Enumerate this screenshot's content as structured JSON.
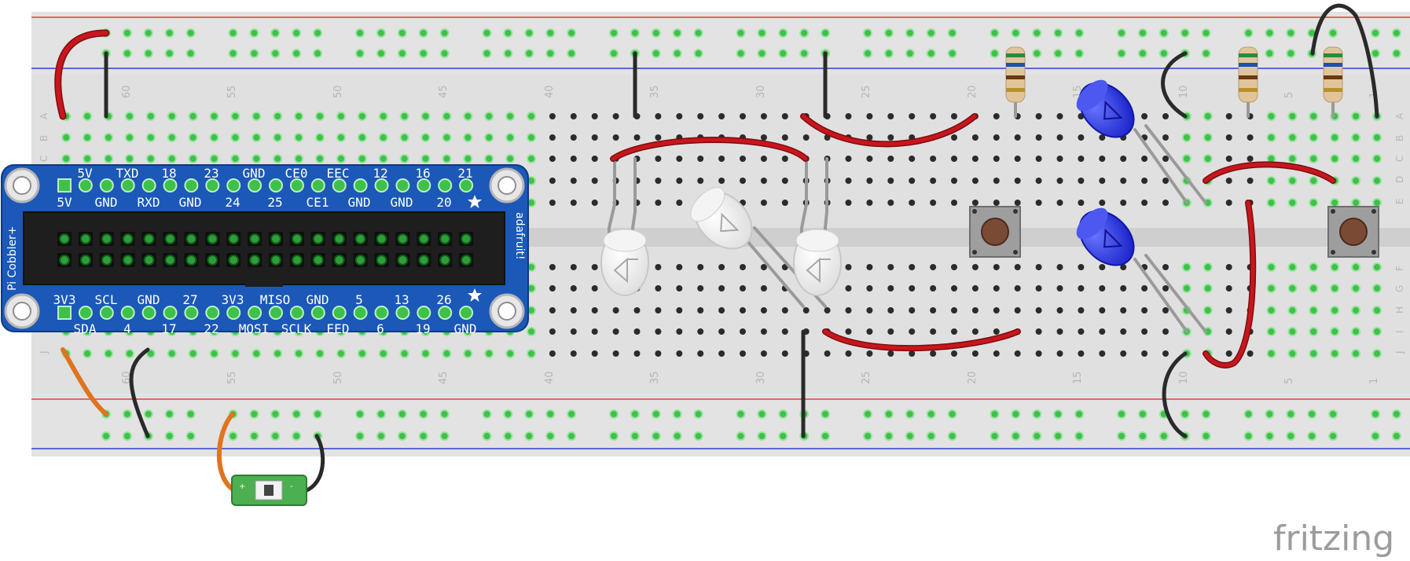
{
  "diagram": {
    "tool_brand": "fritzing",
    "breadboard": {
      "column_numbers_top": [
        "60",
        "55",
        "50",
        "45",
        "40",
        "35",
        "30",
        "25",
        "20",
        "15",
        "10",
        "5",
        "1"
      ],
      "column_numbers_bottom": [
        "60",
        "55",
        "50",
        "45",
        "40",
        "35",
        "30",
        "25",
        "20",
        "15",
        "10",
        "5",
        "1"
      ],
      "row_letters_left": [
        "A",
        "B",
        "C",
        "J"
      ],
      "row_letters_right": [
        "A",
        "B",
        "C",
        "D",
        "E",
        "F",
        "G",
        "H",
        "I",
        "J"
      ]
    },
    "cobbler": {
      "name": "Pi Cobbler+",
      "brand": "adafruit!",
      "top_row_upper_labels": [
        "5V",
        "TXD",
        "18",
        "23",
        "GND",
        "CE0",
        "EEC",
        "12",
        "16",
        "21"
      ],
      "top_row_lower_labels": [
        "5V",
        "GND",
        "RXD",
        "GND",
        "24",
        "25",
        "CE1",
        "GND",
        "GND",
        "20"
      ],
      "bottom_row_upper_labels": [
        "3V3",
        "SCL",
        "GND",
        "27",
        "3V3",
        "MISO",
        "GND",
        "5",
        "13",
        "26"
      ],
      "bottom_row_lower_labels": [
        "SDA",
        "4",
        "17",
        "22",
        "MOSI",
        "SCLK",
        "EED",
        "6",
        "19",
        "GND"
      ]
    },
    "colors": {
      "wire_red": "#c8161d",
      "wire_black": "#2a2a2a",
      "wire_orange": "#e0741e",
      "cobbler_blue": "#1b58b8",
      "led_blue": "#2431e0",
      "hole_connected": "#3ec14a",
      "rail_red": "#e53e3e",
      "rail_blue": "#2d3fd0"
    },
    "icons": [
      "led-white-icon",
      "led-blue-icon",
      "resistor-icon",
      "pushbutton-icon",
      "sensor-module-icon",
      "star-icon"
    ]
  }
}
